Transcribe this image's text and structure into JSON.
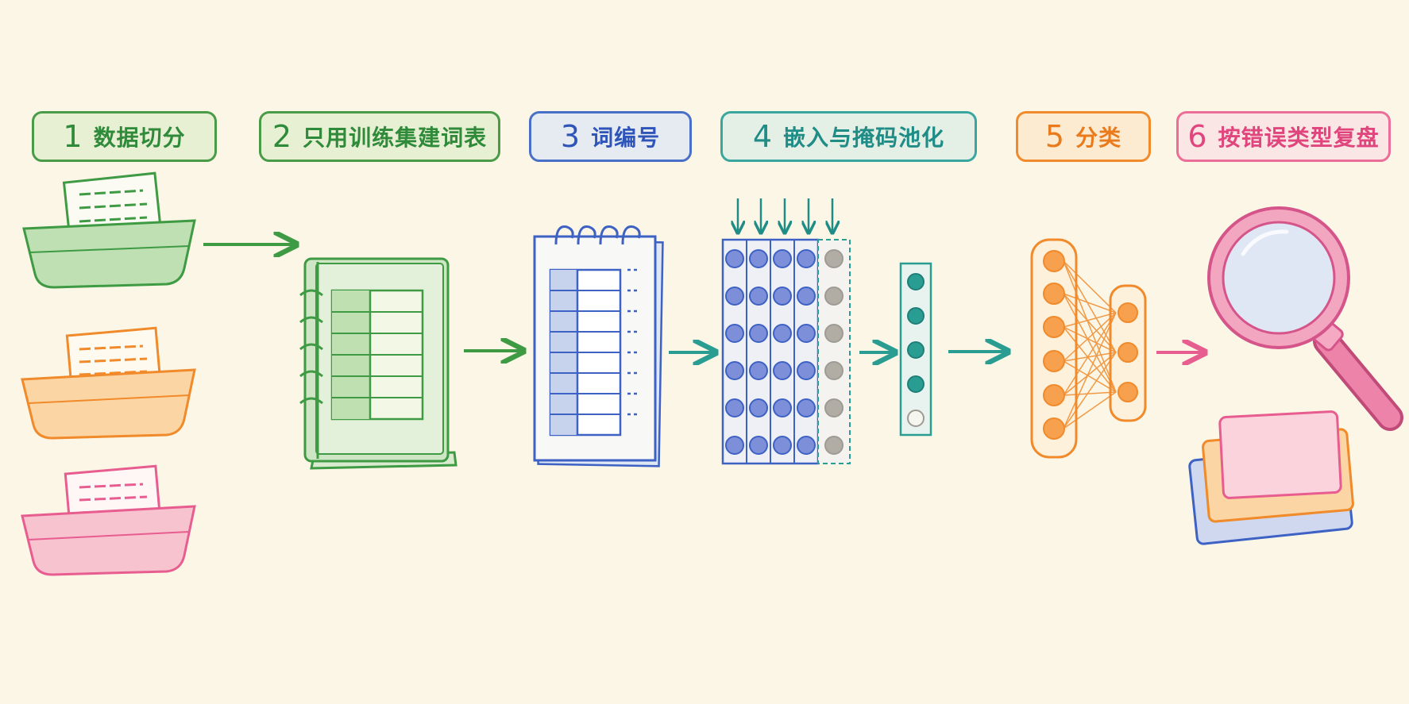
{
  "steps": [
    {
      "num": "1",
      "label": "数据切分"
    },
    {
      "num": "2",
      "label": "只用训练集建词表"
    },
    {
      "num": "3",
      "label": "词编号"
    },
    {
      "num": "4",
      "label": "嵌入与掩码池化"
    },
    {
      "num": "5",
      "label": "分类"
    },
    {
      "num": "6",
      "label": "按错误类型复盘"
    }
  ],
  "colors": {
    "green": "#3f9a44",
    "blue": "#3e62c4",
    "teal": "#2a9d93",
    "orange": "#f08a2a",
    "pink": "#e85d8f",
    "gray": "#9e9a94",
    "background": "#fbf6e6"
  },
  "icons": {
    "step1": [
      "green-tray-icon",
      "orange-tray-icon",
      "pink-tray-icon"
    ],
    "step2": "vocabulary-notebook-icon",
    "step3": "indexed-notepad-icon",
    "step4": [
      "embedding-matrix-icon",
      "pooled-vector-icon"
    ],
    "step5": "neural-network-icon",
    "step6": [
      "magnifying-glass-icon",
      "error-cards-icon"
    ]
  }
}
